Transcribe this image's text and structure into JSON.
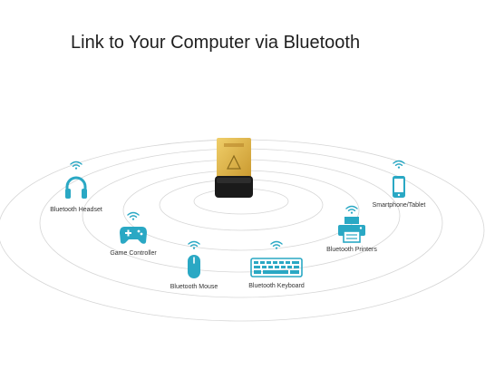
{
  "title": "Link to Your Computer via Bluetooth",
  "colors": {
    "accent": "#2aa8c4",
    "ripple": "#d6d6d6",
    "adapter_gold": "#d9b24a",
    "adapter_body": "#1a1a1a"
  },
  "devices": [
    {
      "label": "Bluetooth Headset",
      "icon": "headset-icon"
    },
    {
      "label": "Game Controller",
      "icon": "gamepad-icon"
    },
    {
      "label": "Bluetooth Mouse",
      "icon": "mouse-icon"
    },
    {
      "label": "Bluetooth Keyboard",
      "icon": "keyboard-icon"
    },
    {
      "label": "Bluetooth Printers",
      "icon": "printer-icon"
    },
    {
      "label": "Smartphone/Tablet",
      "icon": "smartphone-icon"
    }
  ]
}
